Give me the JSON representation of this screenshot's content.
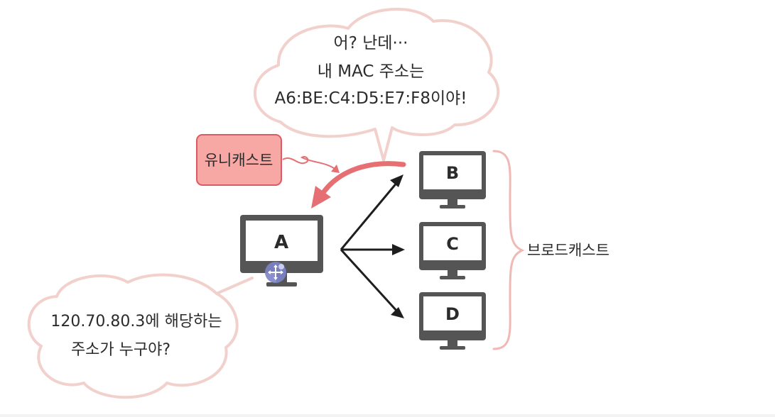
{
  "clouds": {
    "b_reply_lines": [
      "어? 난데···",
      "내 MAC 주소는",
      "A6:BE:C4:D5:E7:F8이야!"
    ],
    "a_question_lines": [
      "120.70.80.3에 해당하는",
      "주소가 누구야?"
    ]
  },
  "labels": {
    "unicast": "유니캐스트",
    "broadcast": "브로드캐스트"
  },
  "computers": {
    "a": "A",
    "b": "B",
    "c": "C",
    "d": "D"
  },
  "colors": {
    "cloud_outline": "#f2d0cc",
    "unicast_box": "#f7a8a4",
    "unicast_border": "#d95b63",
    "arrow_red": "#e56f72",
    "monitor": "#555555",
    "brace": "#f0b9b5"
  },
  "icons": {
    "cursor": "move-cursor-icon"
  }
}
